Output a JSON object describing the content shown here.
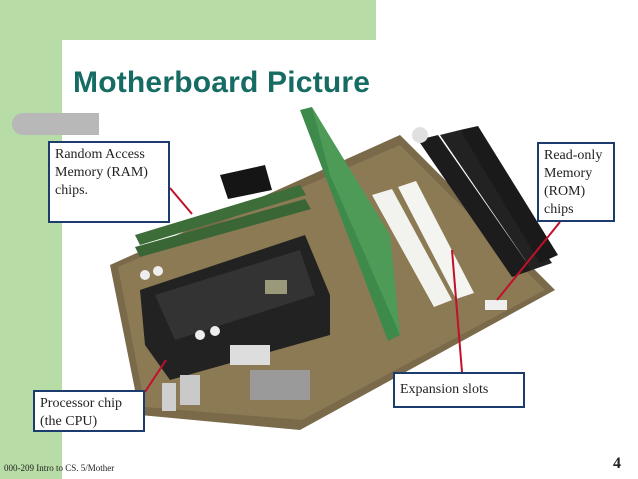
{
  "slide": {
    "title": "Motherboard Picture",
    "footer": "000-209 Intro to CS. 5/Mother",
    "page_number": "4"
  },
  "callouts": {
    "ram": "Random Access Memory (RAM) chips.",
    "rom": "Read-only Memory (ROM) chips",
    "cpu": "Processor chip (the CPU)",
    "expansion": "Expansion slots"
  },
  "colors": {
    "title": "#166b63",
    "accent_green": "#b7dca5",
    "callout_border": "#1d3c6e",
    "pointer": "#c0102a"
  }
}
